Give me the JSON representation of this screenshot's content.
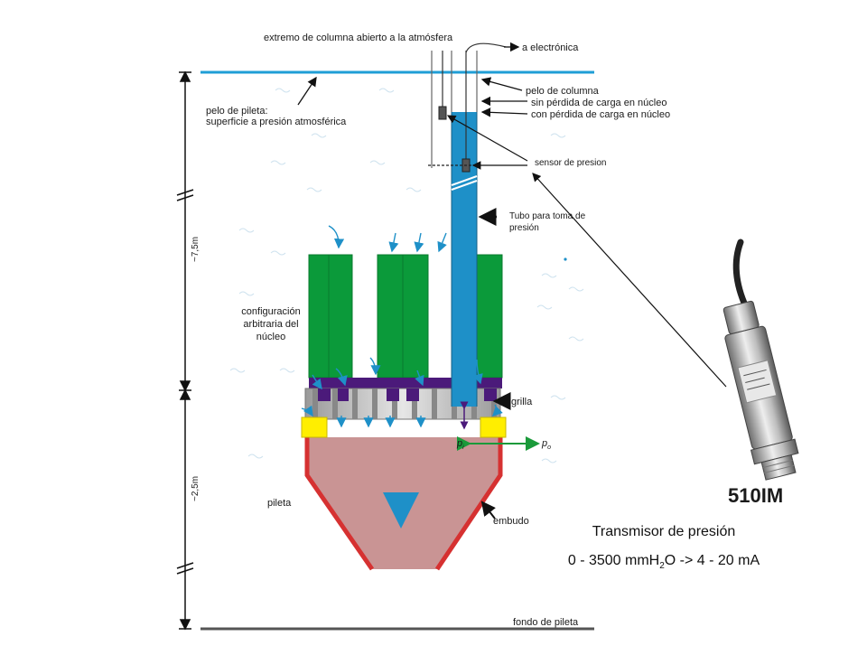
{
  "labels": {
    "open_column_end": "extremo de columna abierto a la atmósfera",
    "to_electronics": "a electrónica",
    "pool_level_1": "pelo de pileta:",
    "pool_level_2": "superficie a presión atmosférica",
    "column_level": "pelo de columna",
    "no_loss": "sin pérdida de carga en núcleo",
    "with_loss": "con pérdida de carga en núcleo",
    "pressure_sensor": "sensor de presion",
    "tube_1": "Tubo para toma de",
    "tube_2": "presión",
    "core_1": "configuración",
    "core_2": "arbitraria del",
    "core_3": "núcleo",
    "grid": "grilla",
    "pool": "pileta",
    "funnel": "embudo",
    "pool_bottom": "fondo de pileta",
    "pi": "p",
    "pi_sub": "i",
    "po": "p",
    "po_sub": "o",
    "dim_upper": "~7,5m",
    "dim_lower": "~2,5m",
    "product_model": "510IM"
  },
  "caption": {
    "title": "Transmisor de presión",
    "range_pre": "0 - 3500 mmH",
    "range_sub": "2",
    "range_post": "O -> 4 - 20 mA"
  },
  "colors": {
    "water_line": "#1f9ed6",
    "tube": "#1e90c8",
    "core": "#0b9a3a",
    "grid_plate": "#4b1a7a",
    "funnel_fill": "#c99494",
    "funnel_edge": "#d63131",
    "yellow_block": "#ffee00",
    "flow_arrow": "#1e90c8",
    "pressure_arrow": "#1a9a3a"
  }
}
